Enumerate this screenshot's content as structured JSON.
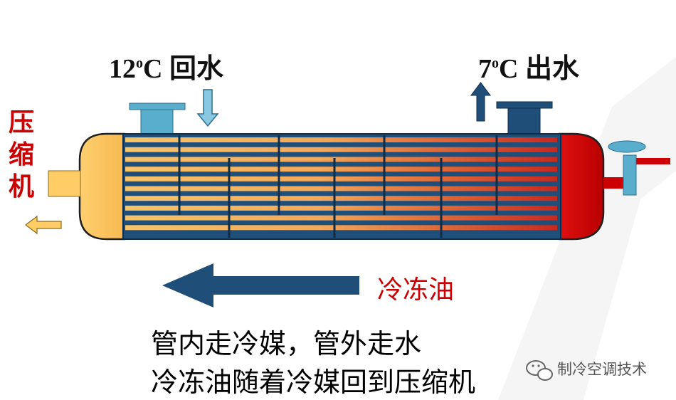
{
  "inlet": {
    "temp_num": "12",
    "temp_sup": "o",
    "temp_unit": "C",
    "text": "回水"
  },
  "outlet": {
    "temp_num": "7",
    "temp_sup": "o",
    "temp_unit": "C",
    "text": "出水"
  },
  "compressor_label": "压缩机",
  "oil_label": "冷冻油",
  "description": {
    "line1": "管内走冷媒，管外走水",
    "line2": "冷冻油随着冷媒回到压缩机"
  },
  "watermark": "制冷空调技术",
  "colors": {
    "shell_dark": "#1f4e79",
    "tube_cold": "#f6c46a",
    "tube_hot": "#c8281e",
    "left_head": "#ffcc66",
    "right_head": "#cc0000",
    "inlet_nozzle": "#5aaecd",
    "outlet_nozzle": "#1f4e79",
    "oil_arrow": "#1f4e79",
    "red_text": "#cc0000"
  }
}
